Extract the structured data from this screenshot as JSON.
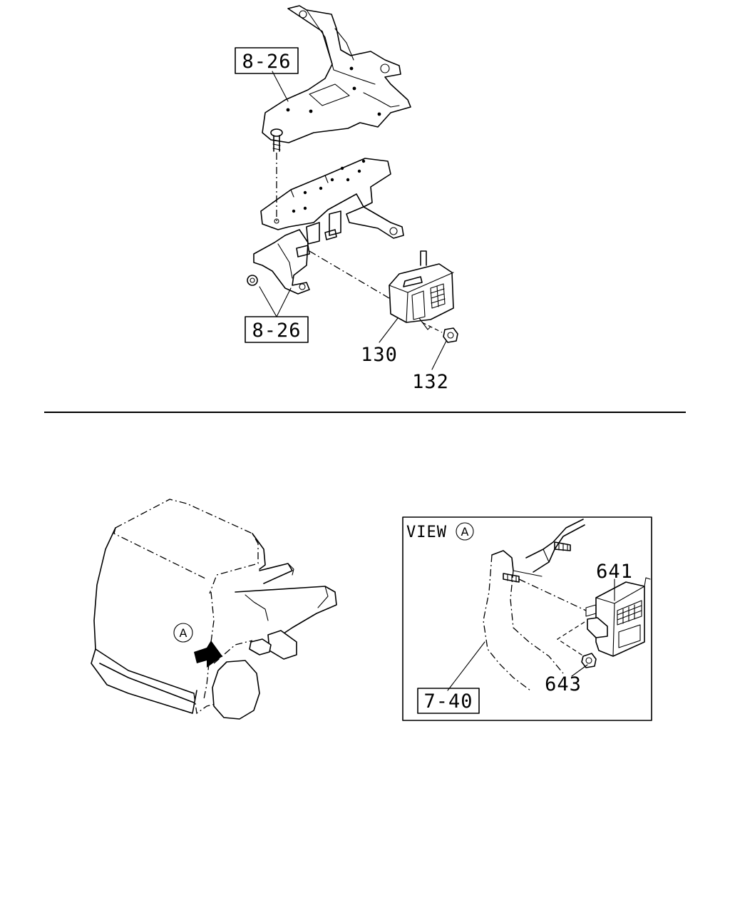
{
  "top_diagram": {
    "ref_upper": "8-26",
    "ref_lower": "8-26",
    "part_unit": "130",
    "part_nut": "132"
  },
  "bottom_diagram": {
    "view_marker": "A",
    "view_title": "VIEW",
    "view_letter": "A",
    "part_unit": "641",
    "part_nut": "643",
    "ref": "7-40"
  }
}
